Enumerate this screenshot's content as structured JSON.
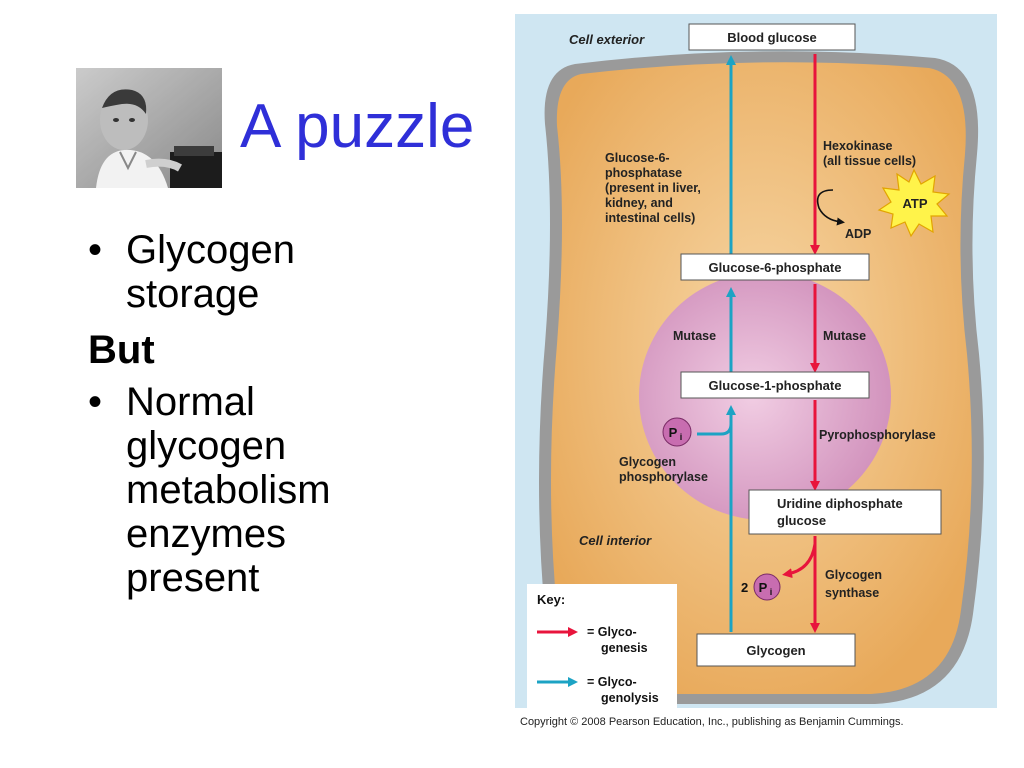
{
  "slide": {
    "title": "A puzzle",
    "bullets": [
      {
        "text": "Glycogen storage"
      },
      {
        "text": "Normal glycogen metabolism enzymes present"
      }
    ],
    "but_label": "But",
    "bullet_symbol": "•"
  },
  "photo": {
    "subject": "portrait-photo"
  },
  "diagram": {
    "cell_exterior": "Cell exterior",
    "cell_interior": "Cell interior",
    "boxes": {
      "blood_glucose": "Blood glucose",
      "g6p": "Glucose-6-phosphate",
      "g1p": "Glucose-1-phosphate",
      "udp_line1": "Uridine diphosphate",
      "udp_line2": "glucose",
      "glycogen": "Glycogen"
    },
    "enzymes": {
      "g6pase": [
        "Glucose-6-",
        "phosphatase",
        "(present in liver,",
        "kidney, and",
        "intestinal cells)"
      ],
      "hexokinase": [
        "Hexokinase",
        "(all tissue cells)"
      ],
      "atp": "ATP",
      "adp": "ADP",
      "mutase_left": "Mutase",
      "mutase_right": "Mutase",
      "pyrophosphorylase": "Pyrophosphorylase",
      "glycogen_phosphorylase": [
        "Glycogen",
        "phosphorylase"
      ],
      "glycogen_synthase": [
        "Glycogen",
        "synthase"
      ],
      "pi_main": "P",
      "pi_sub": "i",
      "two_pi_count": "2"
    },
    "key": {
      "title": "Key:",
      "glycogenesis": [
        "= Glyco-",
        "genesis"
      ],
      "glycogenolysis": [
        "= Glyco-",
        "genolysis"
      ]
    },
    "colors": {
      "glycogenesis": "#e8143c",
      "glycogenolysis": "#1ca3c4",
      "exterior": "#cfe6f2",
      "cytoplasm": "#f0b770",
      "nucleus": "#d99ac2"
    }
  },
  "copyright": "Copyright © 2008 Pearson Education, Inc., publishing as Benjamin Cummings."
}
